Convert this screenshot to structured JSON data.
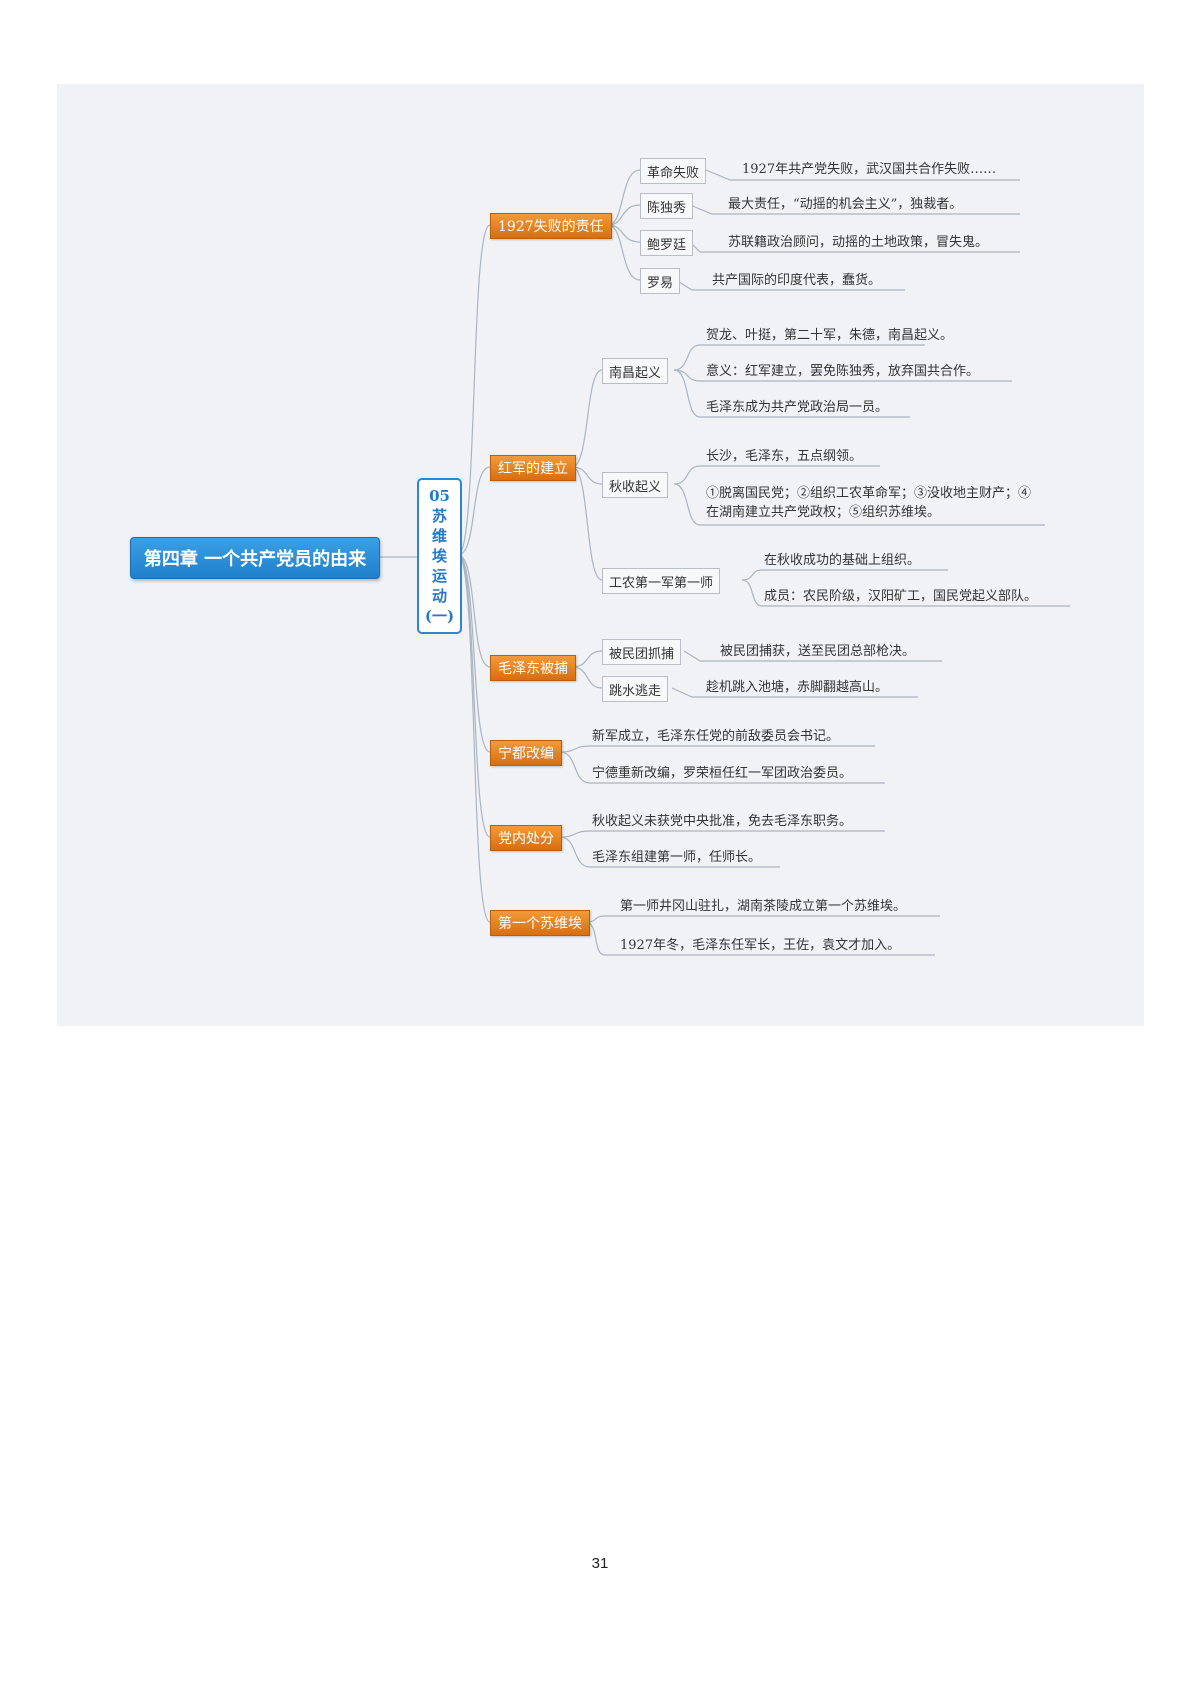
{
  "root": "第四章 一个共产党员的由来",
  "center": [
    "05",
    "苏",
    "维",
    "埃",
    "运",
    "动",
    "(一)"
  ],
  "categories": [
    {
      "label": "1927失败的责任"
    },
    {
      "label": "红军的建立"
    },
    {
      "label": "毛泽东被捕"
    },
    {
      "label": "宁都改编"
    },
    {
      "label": "党内处分"
    },
    {
      "label": "第一个苏维埃"
    }
  ],
  "subs": [
    "革命失败",
    "陈独秀",
    "鲍罗廷",
    "罗易",
    "南昌起义",
    "秋收起义",
    "工农第一军第一师",
    "被民团抓捕",
    "跳水逃走"
  ],
  "leaves": [
    "1927年共产党失败，武汉国共合作失败……",
    "最大责任，“动摇的机会主义”，独裁者。",
    "苏联籍政治顾问，动摇的土地政策，冒失鬼。",
    "共产国际的印度代表，蠢货。",
    "贺龙、叶挺，第二十军，朱德，南昌起义。",
    "意义：红军建立，罢免陈独秀，放弃国共合作。",
    "毛泽东成为共产党政治局一员。",
    "长沙，毛泽东，五点纲领。",
    "①脱离国民党；②组织工农革命军；③没收地主财产；④在湖南建立共产党政权；⑤组织苏维埃。",
    "在秋收成功的基础上组织。",
    "成员：农民阶级，汉阳矿工，国民党起义部队。",
    "被民团捕获，送至民团总部枪决。",
    "趁机跳入池塘，赤脚翻越高山。",
    "新军成立，毛泽东任党的前敌委员会书记。",
    "宁德重新改编，罗荣桓任红一军团政治委员。",
    "秋收起义未获党中央批准，免去毛泽东职务。",
    "毛泽东组建第一师，任师长。",
    "第一师井冈山驻扎，湖南茶陵成立第一个苏维埃。",
    "1927年冬，毛泽东任军长，王佐，袁文才加入。"
  ],
  "page_number": "31",
  "colors": {
    "root": "#1f7fcc",
    "category": "#e07a1c",
    "line": "#aab4c0",
    "panel": "#f0f2f6"
  }
}
